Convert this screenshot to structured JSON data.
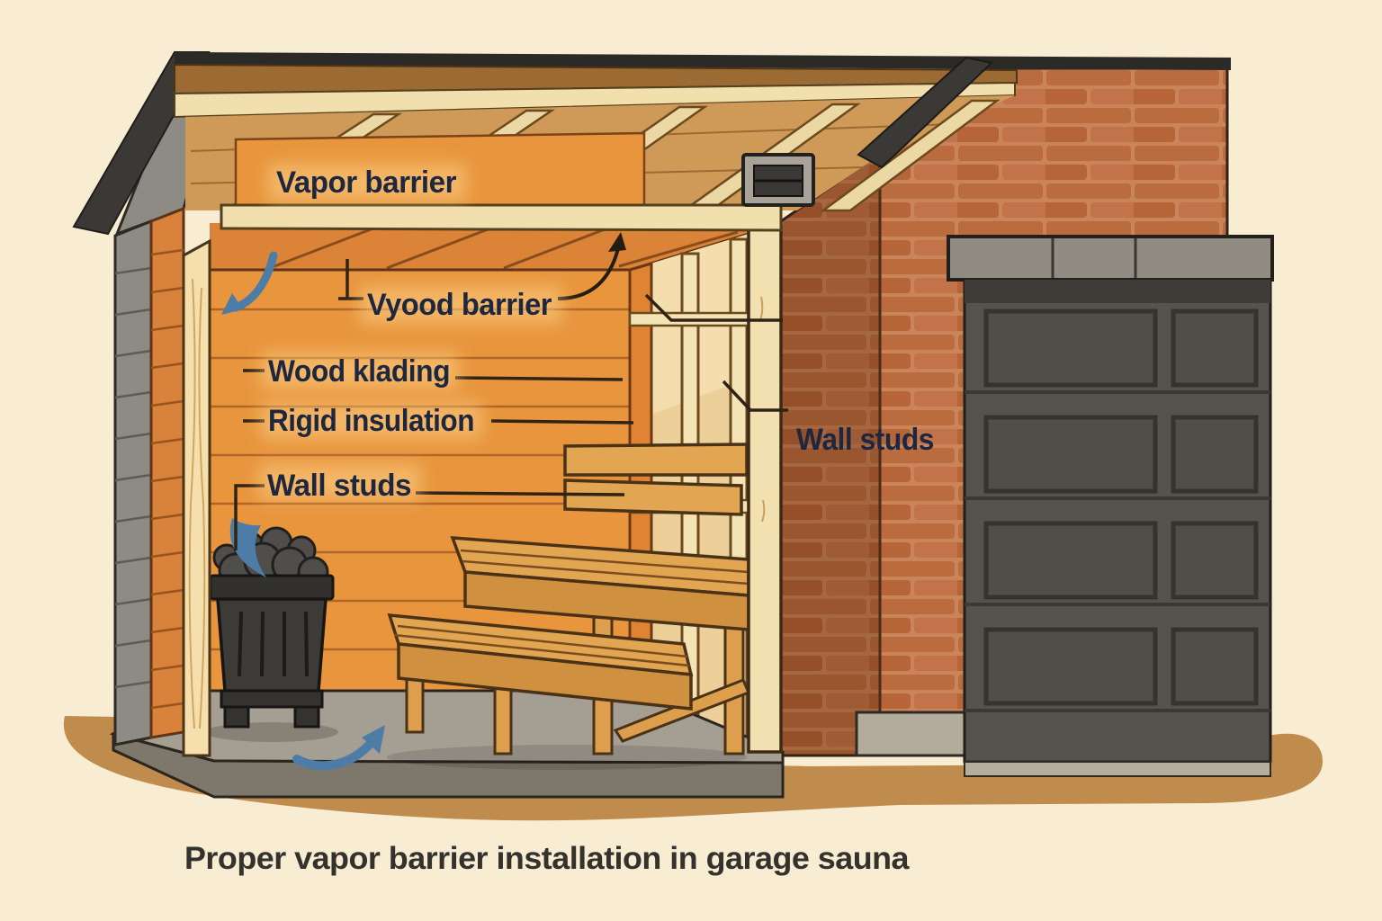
{
  "caption": "Proper vapor barrier installation in garage sauna",
  "labels": {
    "vapor_barrier": "Vapor barrier",
    "wood_barrier": "Vyood barrier",
    "wood_cladding": "Wood klading",
    "rigid_insulation": "Rigid insulation",
    "wall_studs_left": "Wall studs",
    "wall_studs_right": "Wall studs"
  },
  "annotations": {
    "leader_lines": [
      "wood-barrier-connector",
      "wood-cladding-pointer",
      "rigid-insulation-pointer",
      "wall-studs-left-pointer",
      "wall-studs-right-pointer-upper",
      "wall-studs-right-pointer-lower",
      "ceiling-arrow"
    ],
    "airflow_arrows": [
      "ceiling-airflow-arrow",
      "heater-heat-arrow",
      "floor-airflow-arrow"
    ]
  },
  "colors": {
    "background": "#f8ecd2",
    "label_text": "#1e2740",
    "caption_text": "#34322c",
    "interior_wood": "#e8953e",
    "exterior_siding": "#d8823c",
    "siding_gray": "#8d8b83",
    "cream_framing": "#f2dfae",
    "bench_wood": "#e2a552",
    "roof_dark": "#3b3936",
    "fascia_brown": "#9c6a33",
    "brick": "#bb6c3f",
    "mortar": "#c9845a",
    "garage_door": "#56534d",
    "lintel_concrete": "#908c81",
    "heater_body": "#3b3a37",
    "floor_concrete": "#a59e92",
    "ground_shadow": "#bf8c4e",
    "arrow_blue": "#4d7da7"
  }
}
